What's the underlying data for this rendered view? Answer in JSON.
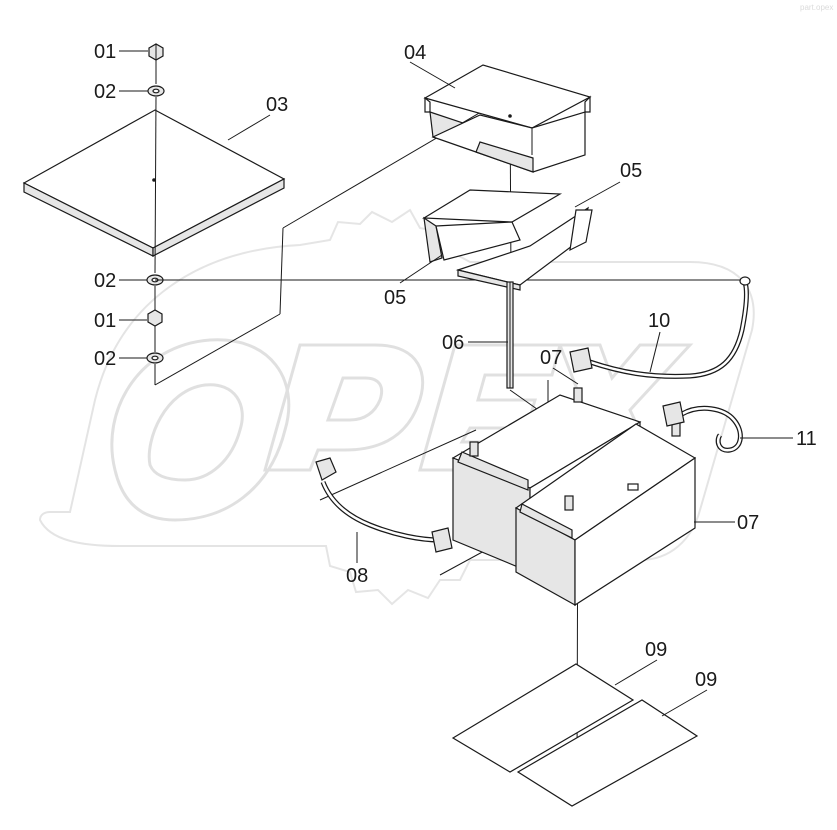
{
  "watermark": {
    "brand_text": "OPEX",
    "corner_text": "part.opex"
  },
  "callouts": [
    {
      "id": "c01a",
      "label": "01"
    },
    {
      "id": "c02a",
      "label": "02"
    },
    {
      "id": "c03",
      "label": "03"
    },
    {
      "id": "c04",
      "label": "04"
    },
    {
      "id": "c05a",
      "label": "05"
    },
    {
      "id": "c05b",
      "label": "05"
    },
    {
      "id": "c02b",
      "label": "02"
    },
    {
      "id": "c01b",
      "label": "01"
    },
    {
      "id": "c02c",
      "label": "02"
    },
    {
      "id": "c10",
      "label": "10"
    },
    {
      "id": "c06",
      "label": "06"
    },
    {
      "id": "c07a",
      "label": "07"
    },
    {
      "id": "c11",
      "label": "11"
    },
    {
      "id": "c07b",
      "label": "07"
    },
    {
      "id": "c08",
      "label": "08"
    },
    {
      "id": "c09a",
      "label": "09"
    },
    {
      "id": "c09b",
      "label": "09"
    }
  ]
}
